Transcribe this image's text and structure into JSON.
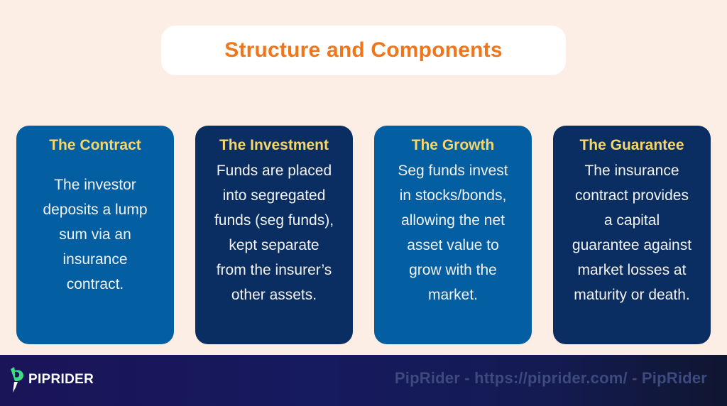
{
  "header": {
    "title": "Structure and Components"
  },
  "colors": {
    "background": "#fdeee5",
    "title_text": "#f0761c",
    "card_light": "#045ea2",
    "card_dark": "#0b2e62",
    "card_title": "#f5d76b",
    "card_body": "#f2f2f2",
    "footer_bg": "#1a1459",
    "watermark": "#3e4a7e"
  },
  "cards": [
    {
      "title": "The Contract",
      "lines": [
        "The investor",
        "deposits a lump",
        "sum via an",
        "insurance",
        "contract."
      ]
    },
    {
      "title": "The Investment",
      "lines": [
        "Funds are placed",
        "into segregated",
        "funds (seg funds),",
        "kept separate",
        "from the insurer’s",
        "other assets."
      ]
    },
    {
      "title": "The Growth",
      "lines": [
        "Seg funds invest",
        "in stocks/bonds,",
        "allowing the net",
        "asset value to",
        "grow with the",
        "market."
      ]
    },
    {
      "title": "The Guarantee",
      "lines": [
        "The insurance",
        "contract provides",
        "a capital",
        "guarantee against",
        "market losses at",
        "maturity or death."
      ]
    }
  ],
  "footer": {
    "logo_text": "PIPRIDER",
    "logo_icon": "piprider-logo-icon",
    "watermark": "PipRider - https://piprider.com/ - PipRider"
  }
}
